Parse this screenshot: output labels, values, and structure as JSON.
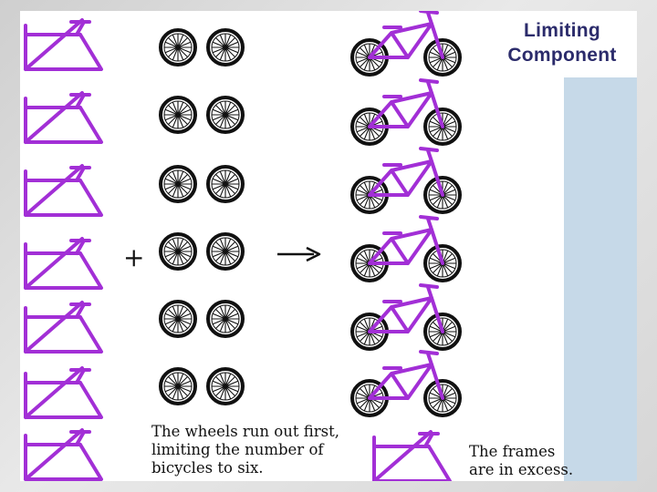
{
  "title": {
    "line1": "Limiting",
    "line2": "Component"
  },
  "captions": {
    "wheels": [
      "The wheels run out first,",
      "limiting the number of",
      "bicycles to six."
    ],
    "frames": [
      "The frames",
      "are in excess."
    ]
  },
  "symbols": {
    "plus": "+"
  },
  "counts": {
    "frames": 7,
    "wheel_pairs": 6,
    "bicycles": 6,
    "excess_frames": 1
  },
  "colors": {
    "frame": "#a22fd6",
    "wheel": "#111111",
    "title": "#2b2b6b",
    "panel": "#c6d9e8"
  },
  "icons": [
    "bicycle-frame-icon",
    "wheel-icon",
    "bicycle-icon",
    "arrow-right-icon"
  ]
}
